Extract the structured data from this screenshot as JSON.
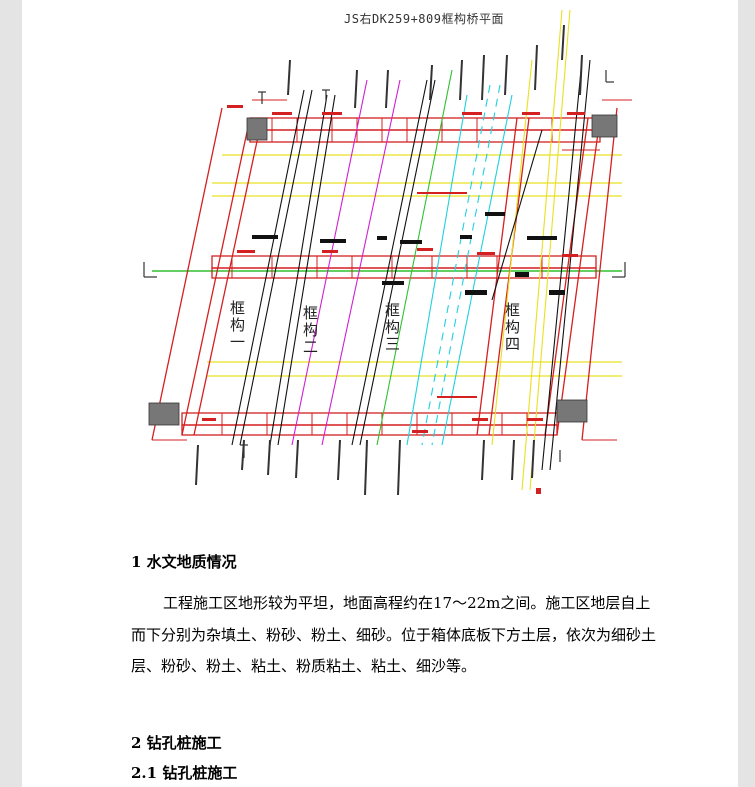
{
  "document": {
    "figure_title": "JS右DK259+809框构桥平面",
    "frames": [
      "框构一",
      "框构二",
      "框构三",
      "框构四"
    ],
    "section1_heading": "1 水文地质情况",
    "section1_paragraph": "工程施工区地形较为平坦，地面高程约在17～22m之间。施工区地层自上而下分别为杂填土、粉砂、粉土、细砂。位于箱体底板下方土层，依次为细砂土层、粉砂、粉土、粘土、粉质粘土、粘土、细沙等。",
    "section2_heading": "2 钻孔桩施工",
    "section21_heading": "2.1 钻孔桩施工"
  },
  "colors": {
    "red": "#d42020",
    "yellow": "#e8e020",
    "green": "#30c030",
    "magenta": "#d020d0",
    "cyan": "#20d0e0",
    "black": "#111111"
  }
}
